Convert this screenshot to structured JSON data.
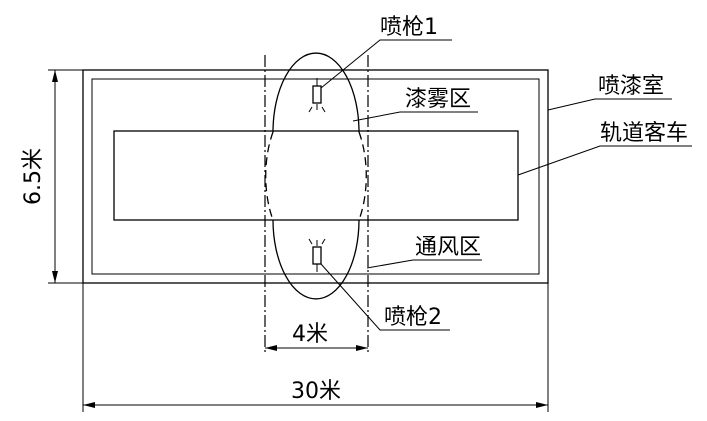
{
  "labels": {
    "spray_gun_1": "喷枪1",
    "spray_gun_2": "喷枪2",
    "paint_mist_zone": "漆雾区",
    "ventilation_zone": "通风区",
    "spray_booth": "喷漆室",
    "rail_car": "轨道客车",
    "height_dim": "6.5米",
    "width_4m_dim": "4米",
    "width_30m_dim": "30米"
  }
}
